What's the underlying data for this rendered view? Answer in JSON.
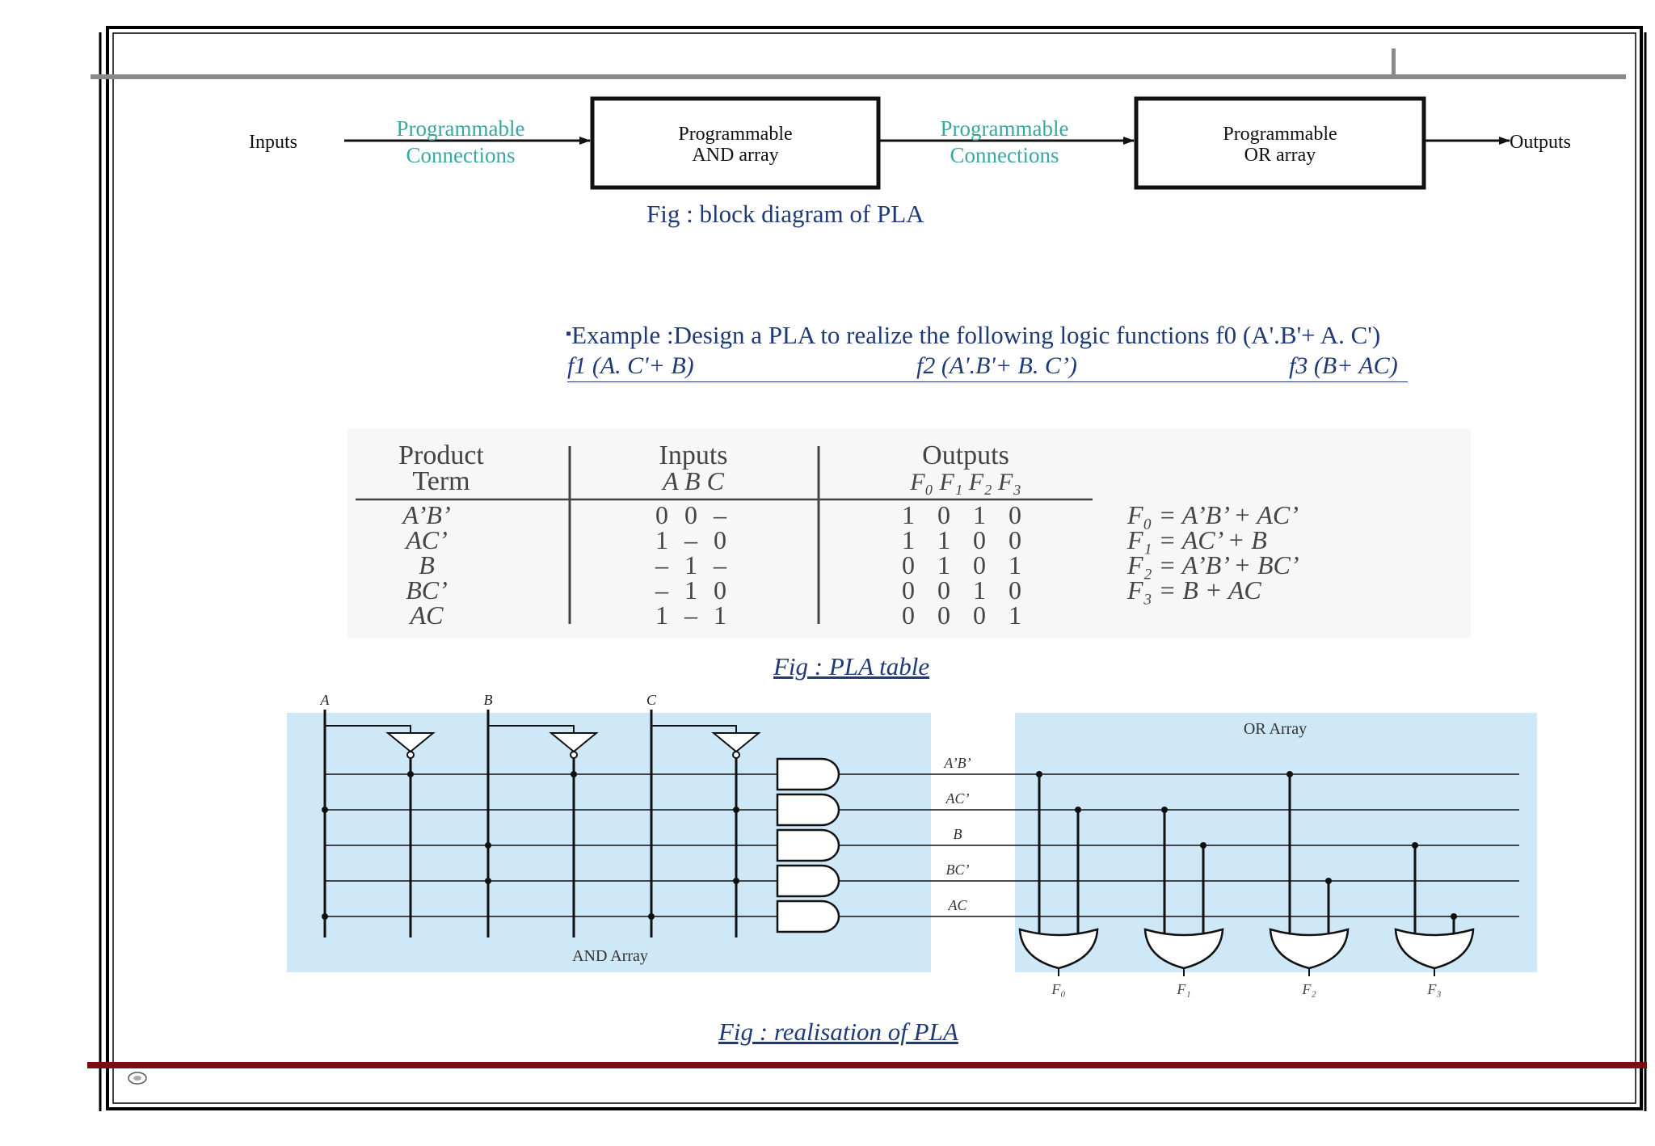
{
  "block_diagram": {
    "inputs_label": "Inputs",
    "conn1_line1": "Programmable",
    "conn1_line2": "Connections",
    "and_line1": "Programmable",
    "and_line2": "AND array",
    "conn2_line1": "Programmable",
    "conn2_line2": "Connections",
    "or_line1": "Programmable",
    "or_line2": "OR array",
    "outputs_label": "Outputs",
    "caption": "Fig :   block diagram of PLA"
  },
  "example": {
    "bullet": "▪",
    "line1": "Example :Design a PLA to realize the following logic functions  f0 (A'.B'+ A. C')",
    "f1": "f1 (A. C'+ B)",
    "f2": "f2 (A'.B'+ B. C’)",
    "f3": "f3 (B+ AC)"
  },
  "pla_table": {
    "headers": {
      "product_line1": "Product",
      "product_line2": "Term",
      "inputs_line1": "Inputs",
      "inputs_line2": "A B C",
      "outputs_line1": "Outputs",
      "outputs_line2": "F₀ F₁ F₂ F₃"
    },
    "rows": [
      {
        "term": "A’B’",
        "inputs": "0 0 –",
        "outputs": "1 0 1 0"
      },
      {
        "term": "AC’",
        "inputs": "1 – 0",
        "outputs": "1 1 0 0"
      },
      {
        "term": "B",
        "inputs": "– 1 –",
        "outputs": "0 1 0 1"
      },
      {
        "term": "BC’",
        "inputs": "– 1 0",
        "outputs": "0 0 1 0"
      },
      {
        "term": "AC",
        "inputs": "1 – 1",
        "outputs": "0 0 0 1"
      }
    ],
    "equations": [
      "F₀ = A’B’ + AC’",
      "F₁ = AC’ + B",
      "F₂ = A’B’ + BC’",
      "F₃ = B + AC"
    ],
    "caption": "Fig : PLA table"
  },
  "realisation": {
    "input_a": "A",
    "input_b": "B",
    "input_c": "C",
    "term_labels": [
      "A’B’",
      "AC’",
      "B",
      "BC’",
      "AC"
    ],
    "and_array_label": "AND Array",
    "or_array_label": "OR Array",
    "output_labels": [
      "F₀",
      "F₁",
      "F₂",
      "F₃"
    ],
    "caption": "Fig : realisation of PLA"
  },
  "colors": {
    "teal": "#3aa8a0",
    "navy": "#1f3a78",
    "panel_blue": "#cfe8f7",
    "footer_red": "#7a0e12"
  }
}
